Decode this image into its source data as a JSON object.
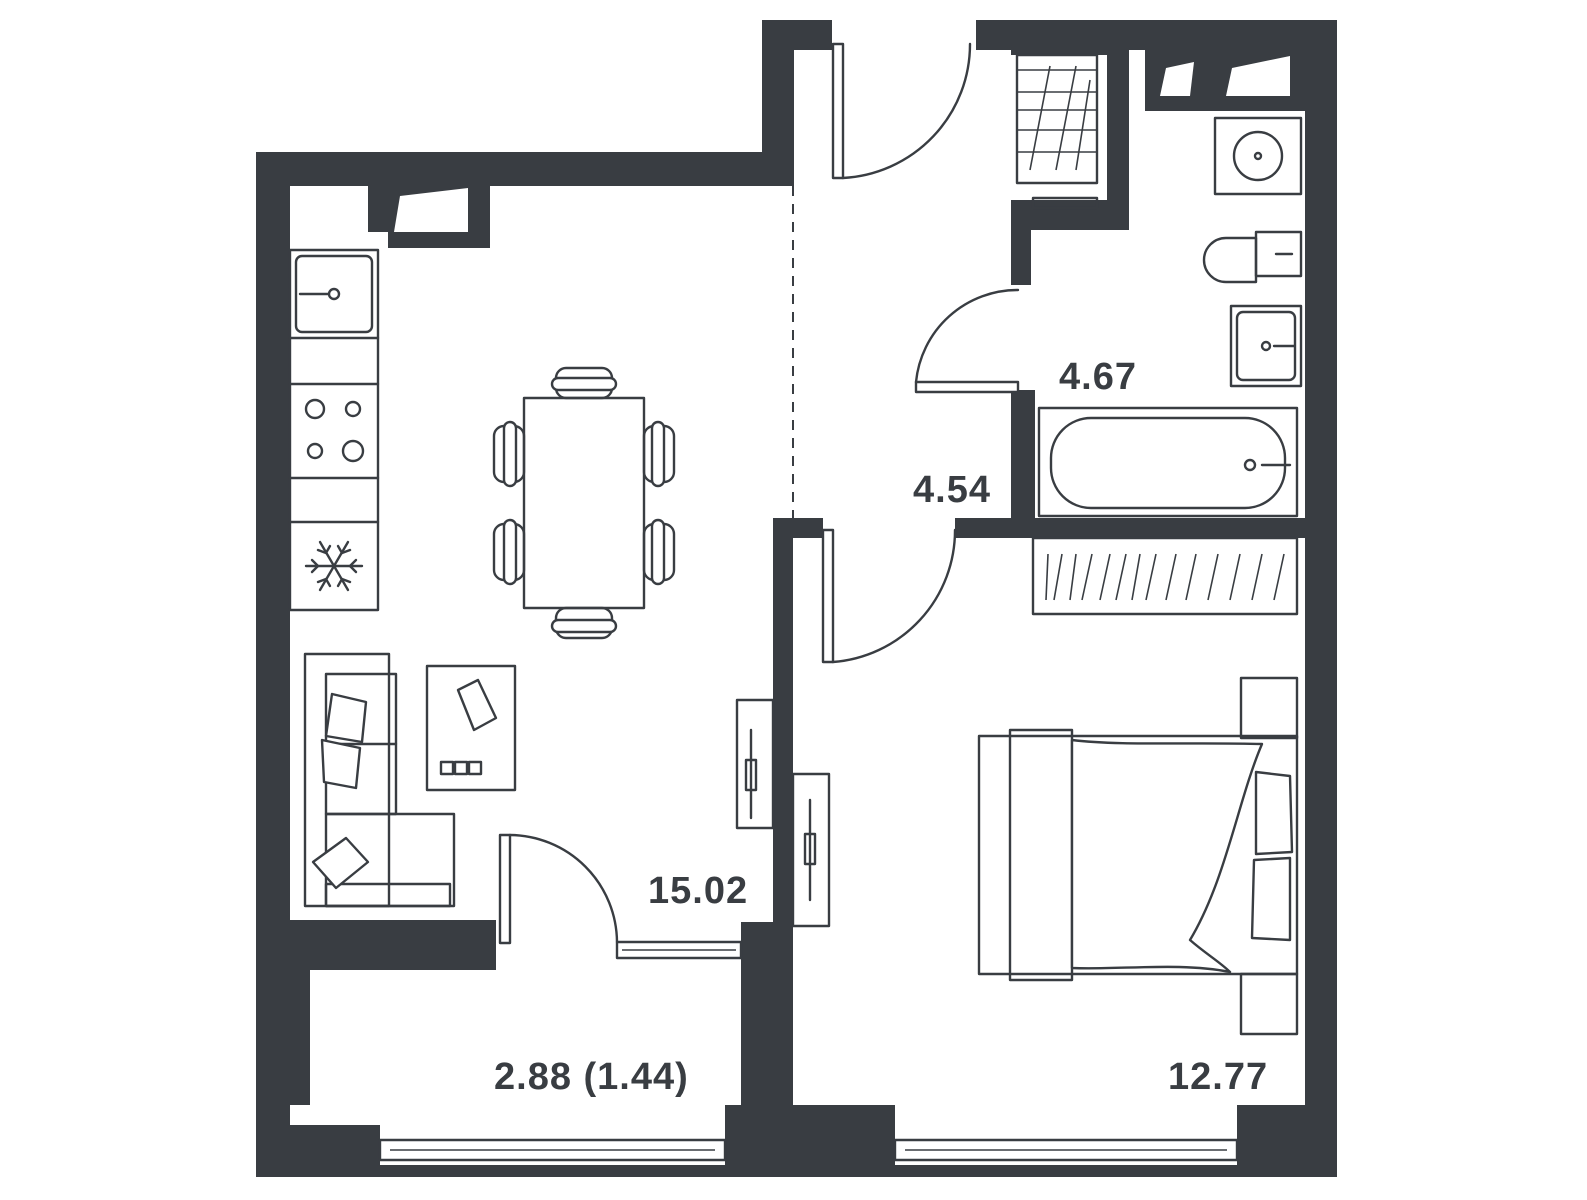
{
  "plan": {
    "rooms": [
      {
        "id": "living-kitchen",
        "area_label": "15.02"
      },
      {
        "id": "bathroom",
        "area_label": "4.67"
      },
      {
        "id": "hallway",
        "area_label": "4.54"
      },
      {
        "id": "bedroom",
        "area_label": "12.77"
      },
      {
        "id": "loggia",
        "area_label": "2.88 (1.44)"
      }
    ],
    "colors": {
      "wall": "#393d42",
      "background": "#ffffff"
    }
  }
}
